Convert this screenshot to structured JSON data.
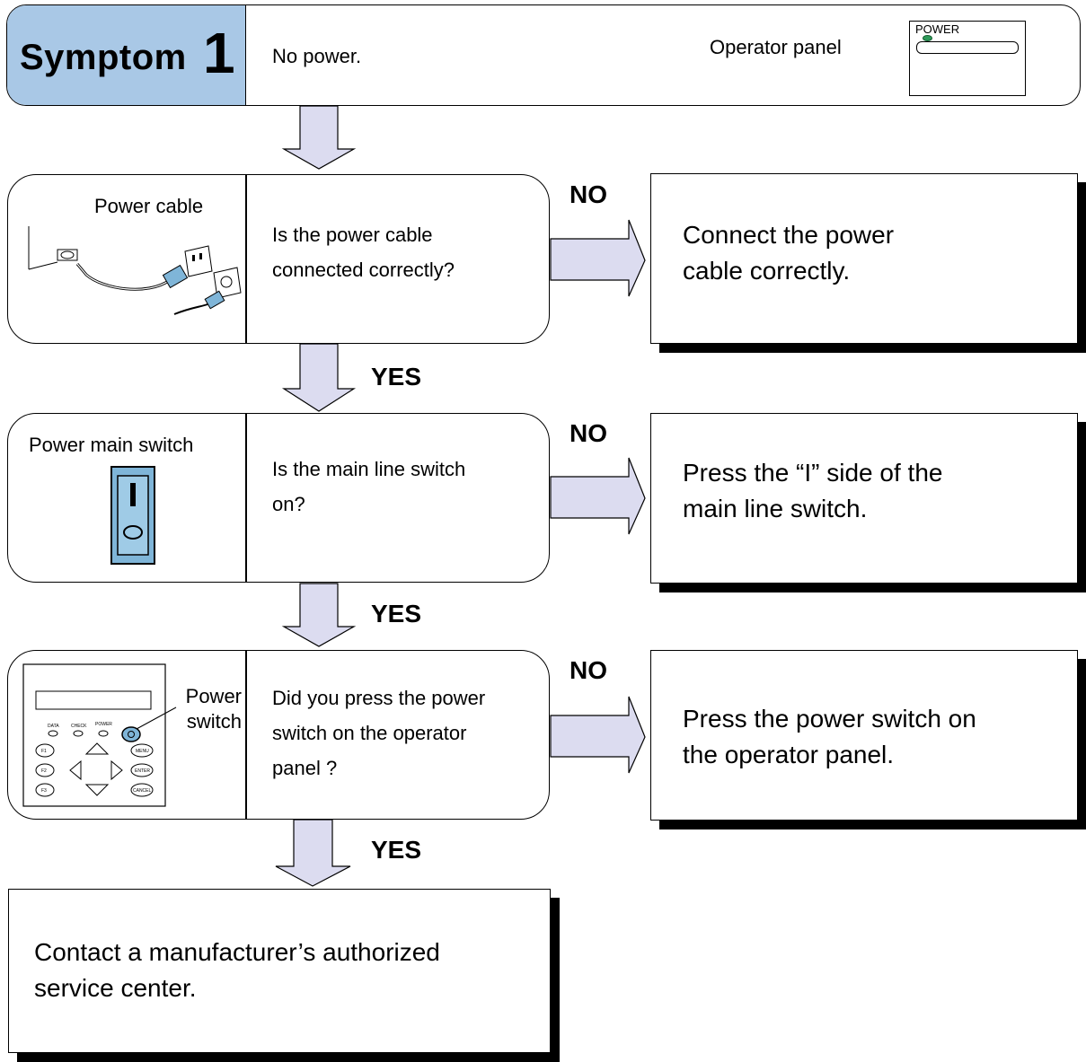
{
  "header": {
    "symptom_word": "Symptom",
    "symptom_number": "1",
    "description": "No power.",
    "panel_caption": "Operator panel",
    "panel_led_label": "POWER"
  },
  "steps": [
    {
      "image_label": "Power cable",
      "question_lines": [
        "Is the power cable",
        "connected correctly?"
      ],
      "no_label": "NO",
      "yes_label": "YES",
      "action_lines": [
        "Connect the power",
        "cable correctly."
      ]
    },
    {
      "image_label": "Power main switch",
      "question_lines": [
        "Is the main line switch",
        "on?"
      ],
      "no_label": "NO",
      "yes_label": "YES",
      "action_lines": [
        "Press the “I” side of the",
        "main line switch."
      ]
    },
    {
      "image_label_lines": [
        "Power",
        "switch"
      ],
      "question_lines": [
        "Did you press the power",
        "switch on the operator",
        "panel ?"
      ],
      "no_label": "NO",
      "yes_label": "YES",
      "action_lines": [
        "Press the power switch on",
        "the operator panel."
      ],
      "panel_labels": {
        "led1": "DATA",
        "led2": "CHECK",
        "led3": "POWER",
        "f1": "F1",
        "f2": "F2",
        "f3": "F3",
        "menu": "MENU",
        "enter": "ENTER",
        "cancel": "CANCEL"
      }
    }
  ],
  "final": {
    "lines": [
      "Contact a manufacturer’s authorized",
      "service center."
    ]
  },
  "colors": {
    "symptom_fill": "#a9c8e6",
    "arrow_fill": "#dcdcf0",
    "switch_fill": "#7fb5d8",
    "led_green": "#2e9a5a",
    "power_button": "#7fb5d8"
  }
}
